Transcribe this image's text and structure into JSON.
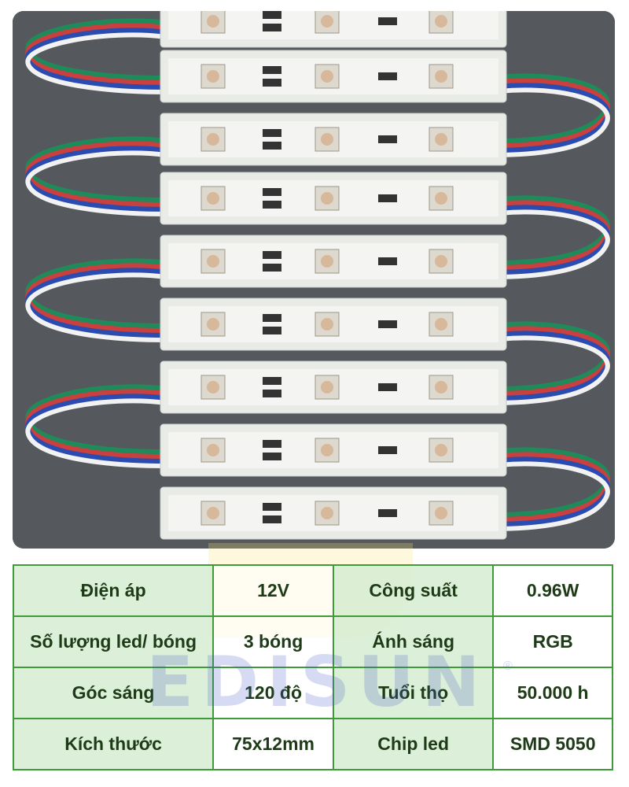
{
  "watermark": {
    "brand": "EDISUN",
    "mark": "®"
  },
  "specs": [
    {
      "label": "Điện áp",
      "value": "12V",
      "label2": "Công suất",
      "value2": "0.96W"
    },
    {
      "label": "Số lượng led/ bóng",
      "value": "3 bóng",
      "label2": "Ánh sáng",
      "value2": "RGB"
    },
    {
      "label": "Góc sáng",
      "value": "120 độ",
      "label2": "Tuổi thọ",
      "value2": "50.000 h"
    },
    {
      "label": "Kích thước",
      "value": "75x12mm",
      "label2": "Chip led",
      "value2": "SMD 5050"
    }
  ],
  "colors": {
    "border": "#3f9a3a",
    "label_bg": "#d6ecd1",
    "text": "#1e3b17",
    "wire_colors": [
      "#1f8a5a",
      "#c9403f",
      "#2a4bb0",
      "#f2f2f2"
    ]
  }
}
